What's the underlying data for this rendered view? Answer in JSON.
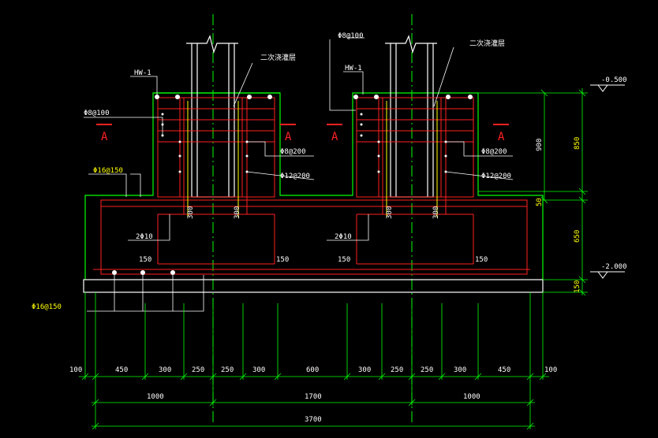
{
  "colors": {
    "background": "#000000",
    "concrete_outline": "#00ff00",
    "rebar": "#ff2020",
    "steel_column": "#ffffff",
    "dimension": "#00ff00",
    "label_white": "#ffffff",
    "label_yellow": "#ffff00",
    "section_mark": "#ff2020",
    "centerline": "#00ff00"
  },
  "labels": {
    "left_rebar_top": "Φ8@100",
    "left_hw": "HW-1",
    "left_secondary_pour": "二次浇灌层",
    "left_section_a1": "A",
    "left_section_a2": "A",
    "left_stirrup": "Φ8@200",
    "left_vertical": "Φ12@200",
    "left_base_top_rebar": "Φ16@150",
    "left_bottom_bars": "2Φ10",
    "left_150_a": "150",
    "left_150_b": "150",
    "left_300_a": "300",
    "left_300_b": "300",
    "bottom_rebar": "Φ16@150",
    "right_rebar_top": "Φ8@100",
    "right_hw": "HW-1",
    "right_secondary_pour": "二次浇灌层",
    "right_section_a1": "A",
    "right_section_a2": "A",
    "right_stirrup": "Φ8@200",
    "right_vertical": "Φ12@200",
    "right_bottom_bars": "2Φ10",
    "right_150_a": "150",
    "right_150_b": "150",
    "right_300_a": "300",
    "right_300_b": "300"
  },
  "elevations": {
    "top": "-0.500",
    "bottom": "-2.000"
  },
  "vertical_dims": {
    "d900": "900",
    "d850": "850",
    "d50": "50",
    "d650": "650",
    "d150": "150"
  },
  "horizontal_dims_row1": [
    "100",
    "450",
    "300",
    "250",
    "250",
    "300",
    "600",
    "300",
    "250",
    "250",
    "300",
    "450",
    "100"
  ],
  "horizontal_dims_row2": [
    "1000",
    "1700",
    "1000"
  ],
  "horizontal_dims_total": "3700"
}
